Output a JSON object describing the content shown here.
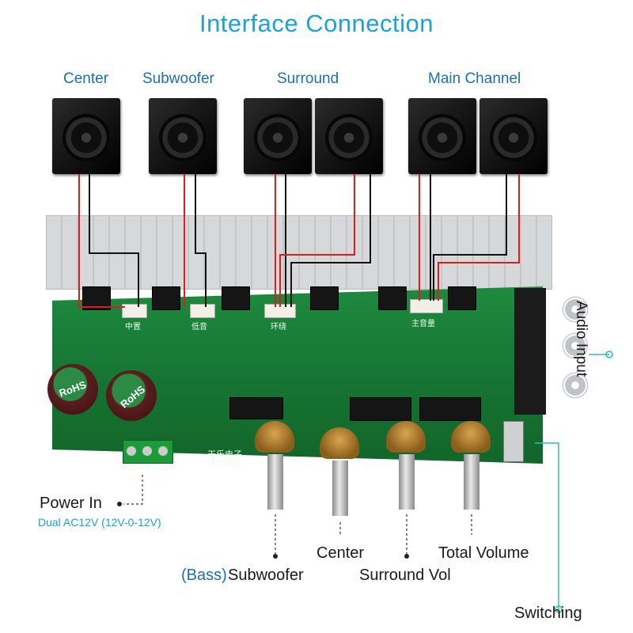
{
  "title": "Interface Connection",
  "speakers": {
    "center": "Center",
    "subwoofer": "Subwoofer",
    "surround": "Surround",
    "main_channel": "Main Channel"
  },
  "right_labels": {
    "audio_input": "Audio Input",
    "switching": "Switching"
  },
  "power": {
    "label": "Power In",
    "detail": "Dual AC12V (12V-0-12V)",
    "terminal": "AC12V  0  AC12V"
  },
  "knobs": {
    "bass_prefix": "(Bass)",
    "subwoofer": "Subwoofer",
    "center": "Center",
    "surround_vol": "Surround Vol",
    "total_volume": "Total Volume"
  },
  "board": {
    "model_cn": "天乐电子",
    "model": "TL046B",
    "connectors": [
      "中置",
      "低音",
      "环绕",
      "主音量"
    ],
    "rohs": "RoHS"
  },
  "colors": {
    "accent": "#1ea0d8",
    "pcb": "#1a7d38",
    "wire_red": "#e11b1b",
    "wire_black": "#111111"
  }
}
